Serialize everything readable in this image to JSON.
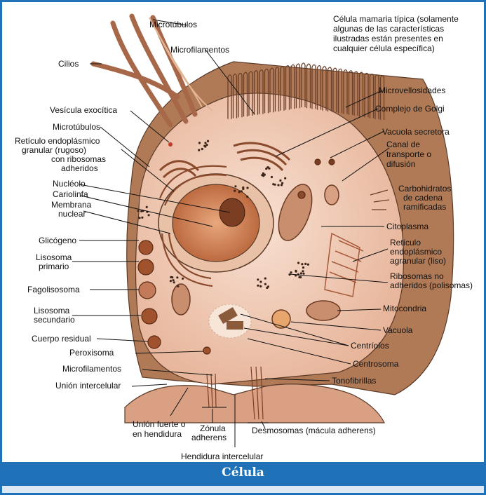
{
  "caption": "Célula",
  "title_note": [
    "Célula mamaria típica (solamente",
    "algunas de las características",
    "ilustradas están presentes en",
    "cualquier célula específica)"
  ],
  "labels": {
    "microtubulos_top": "Microtúbulos",
    "cilios": "Cilios",
    "microfilamentos_top": "Microfilamentos",
    "microvellosidades": "Microvellosidades",
    "vesicula": "Vesícula exocítica",
    "golgi": "Complejo de Golgi",
    "microtubulos": "Microtúbulos",
    "vacuola_secretora": "Vacuola secretora",
    "reticulo_granular": [
      "Retículo endoplásmico",
      "granular (rugoso)",
      "con ribosomas",
      "adheridos"
    ],
    "canal": [
      "Canal de",
      "transporte o",
      "difusión"
    ],
    "nucleolo": "Nucléolo",
    "cariolinfa": "Cariolinfa",
    "membrana_nuclear": [
      "Membrana",
      "nuclear"
    ],
    "carbohidratos": [
      "Carbohidratos",
      "de cadena",
      "ramificadas"
    ],
    "glicogeno": "Glicógeno",
    "citoplasma": "Citoplasma",
    "lisosoma_primario": [
      "Lisosoma",
      "primario"
    ],
    "reticulo_agranular": [
      "Retículo",
      "endoplásmico",
      "agranular (liso)"
    ],
    "fagolisosoma": "Fagolisosoma",
    "ribosomas_no": [
      "Ribosomas no",
      "adheridos (polisomas)"
    ],
    "lisosoma_secundario": [
      "Lisosoma",
      "secundario"
    ],
    "mitocondria": "Mitocondria",
    "vacuola": "Vacuola",
    "cuerpo_residual": "Cuerpo residual",
    "centriolos": "Centríolos",
    "peroxisoma": "Peroxisoma",
    "centrosoma": "Centrosoma",
    "microfilamentos_bottom": "Microfilamentos",
    "tonofibrillas": "Tonofibrillas",
    "union_intercelular": "Unión intercelular",
    "union_fuerte": [
      "Unión fuerte o",
      "en hendidura"
    ],
    "zonula": [
      "Zónula",
      "adherens"
    ],
    "desmosomas": "Desmosomas (mácula adherens)",
    "hendidura": "Hendidura intercelular"
  },
  "colors": {
    "frame": "#1f72b8",
    "cell_outer": "#b07a56",
    "cell_inner": "#f3cdb8",
    "nucleus": "#c2703f",
    "organelle": "#a65a3a"
  }
}
